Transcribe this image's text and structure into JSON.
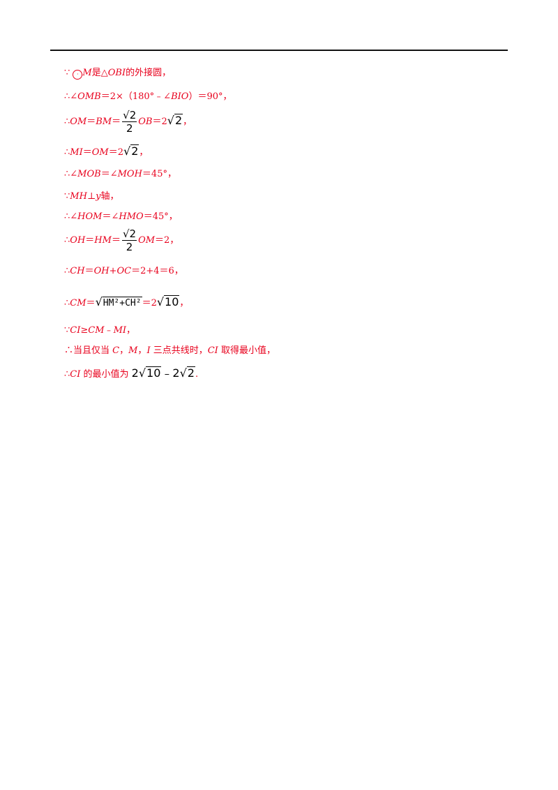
{
  "lines": {
    "l1": {
      "since": "∵",
      "m": "M",
      "is": "是△",
      "obi": "OBI",
      "tail": "的外接圆，"
    },
    "l2": {
      "th": "∴∠",
      "omb": "OMB",
      "eq": "＝2×（180°﹣∠",
      "bio": "BIO",
      "tail": "）＝90°，"
    },
    "l3": {
      "th": "∴",
      "om": "OM",
      "eq1": "＝",
      "bm": "BM",
      "eq2": "＝",
      "num": "√2",
      "den": "2",
      "ob": "OB",
      "eq3": "＝2",
      "rad": "2",
      "tail": "，"
    },
    "l4": {
      "th": "∴",
      "mi": "MI",
      "eq1": "＝",
      "om": "OM",
      "eq2": "＝2",
      "rad": "2",
      "tail": "，"
    },
    "l5": {
      "th": "∴∠",
      "mob": "MOB",
      "eq": "＝∠",
      "moh": "MOH",
      "tail": "＝45°，"
    },
    "l6": {
      "since": "∵",
      "mh": "MH",
      "perp": "⊥",
      "y": "y",
      "tail": "轴，"
    },
    "l7": {
      "th": "∴∠",
      "hom": "HOM",
      "eq": "＝∠",
      "hmo": "HMO",
      "tail": "＝45°，"
    },
    "l8": {
      "th": "∴",
      "oh": "OH",
      "eq1": "＝",
      "hm": "HM",
      "eq2": "＝",
      "num": "√2",
      "den": "2",
      "om": "OM",
      "tail": "＝2，"
    },
    "l9": {
      "th": "∴",
      "ch": "CH",
      "eq1": "＝",
      "oh": "OH",
      "plus": "+",
      "oc": "OC",
      "tail": "＝2+4＝6，"
    },
    "l10": {
      "th": "∴",
      "cm": "CM",
      "eq": "＝",
      "radicand": "HM²+CH²",
      "eq2": "＝2",
      "rad": "10",
      "tail": "，"
    },
    "l11": {
      "since": "∵",
      "ci": "CI",
      "ge": "≥",
      "cm": "CM",
      "minus": "﹣",
      "mi": "MI",
      "tail": "，"
    },
    "l12": {
      "th": "∴当且仅当 ",
      "c": "C",
      "sep1": "，",
      "m": "M",
      "sep2": "，",
      "i": "I",
      "mid": " 三点共线时，",
      "ci": "CI",
      "tail": " 取得最小值，"
    },
    "l13": {
      "th": "∴",
      "ci": "CI",
      "mid": " 的最小值为 ",
      "a": "2",
      "rad1": "10",
      "b": "﹣2",
      "rad2": "2",
      "tail": "."
    }
  }
}
